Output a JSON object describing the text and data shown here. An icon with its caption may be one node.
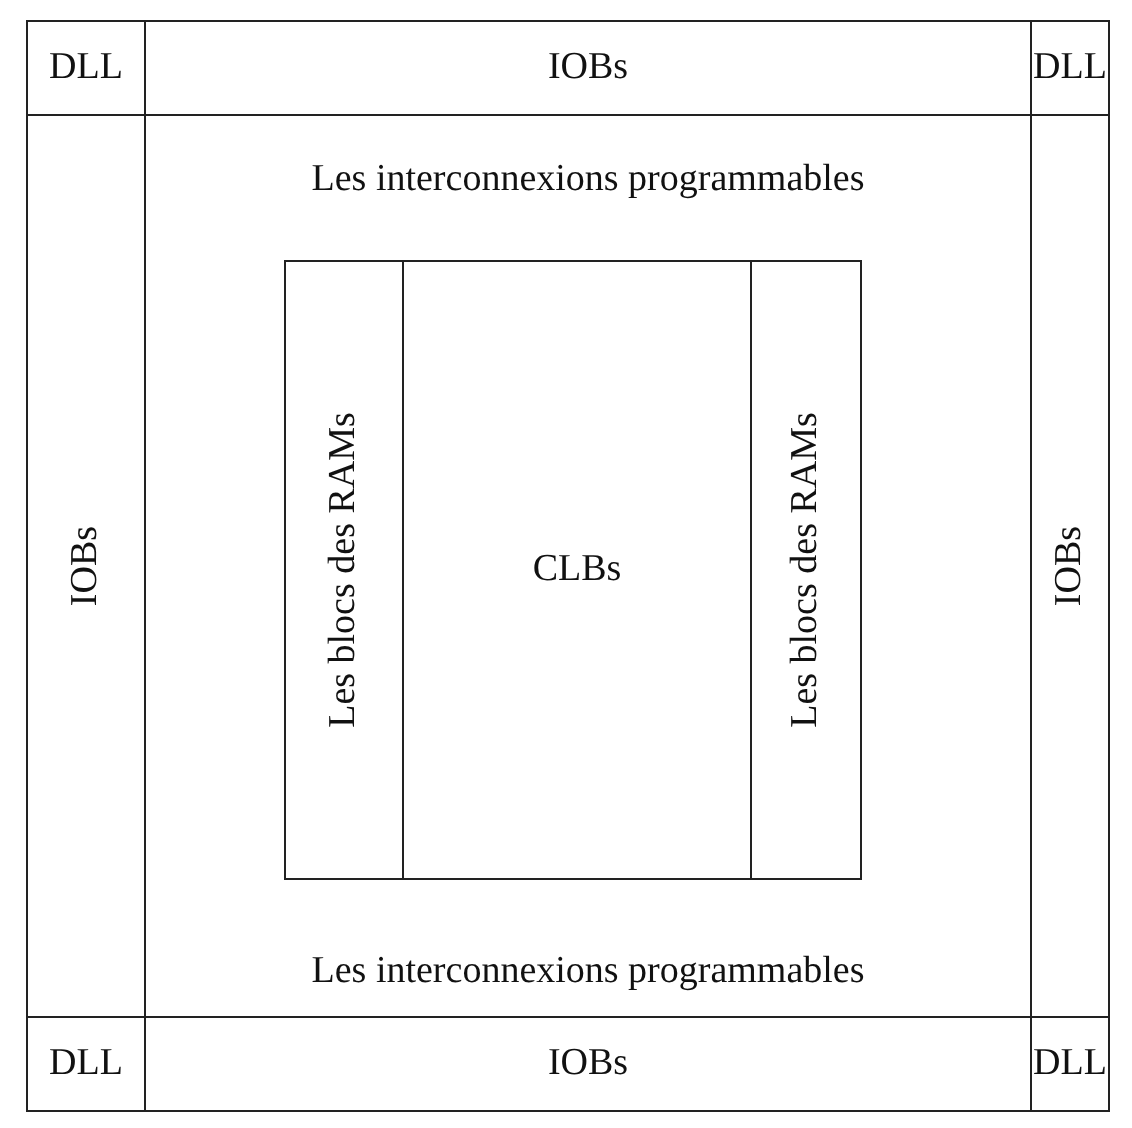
{
  "diagram": {
    "nodes": [
      {
        "text": [
          "DLL"
        ]
      },
      {
        "text": [
          "IOBs"
        ]
      },
      {
        "text": [
          "DLL"
        ]
      },
      {
        "text": [
          "IOBs"
        ]
      },
      {
        "text": [
          "Les interconnexions programmables",
          "Les interconnexions programmables"
        ]
      },
      {
        "text": [
          "Les blocs des RAMs"
        ],
        "in": 4
      },
      {
        "text": [
          "CLBs"
        ],
        "in": 4
      },
      {
        "text": [
          "Les blocs des RAMs"
        ],
        "in": 4
      },
      {
        "text": [
          "IOBs"
        ]
      },
      {
        "text": [
          "DLL"
        ]
      },
      {
        "text": [
          "IOBs"
        ]
      },
      {
        "text": [
          "DLL"
        ]
      }
    ]
  }
}
